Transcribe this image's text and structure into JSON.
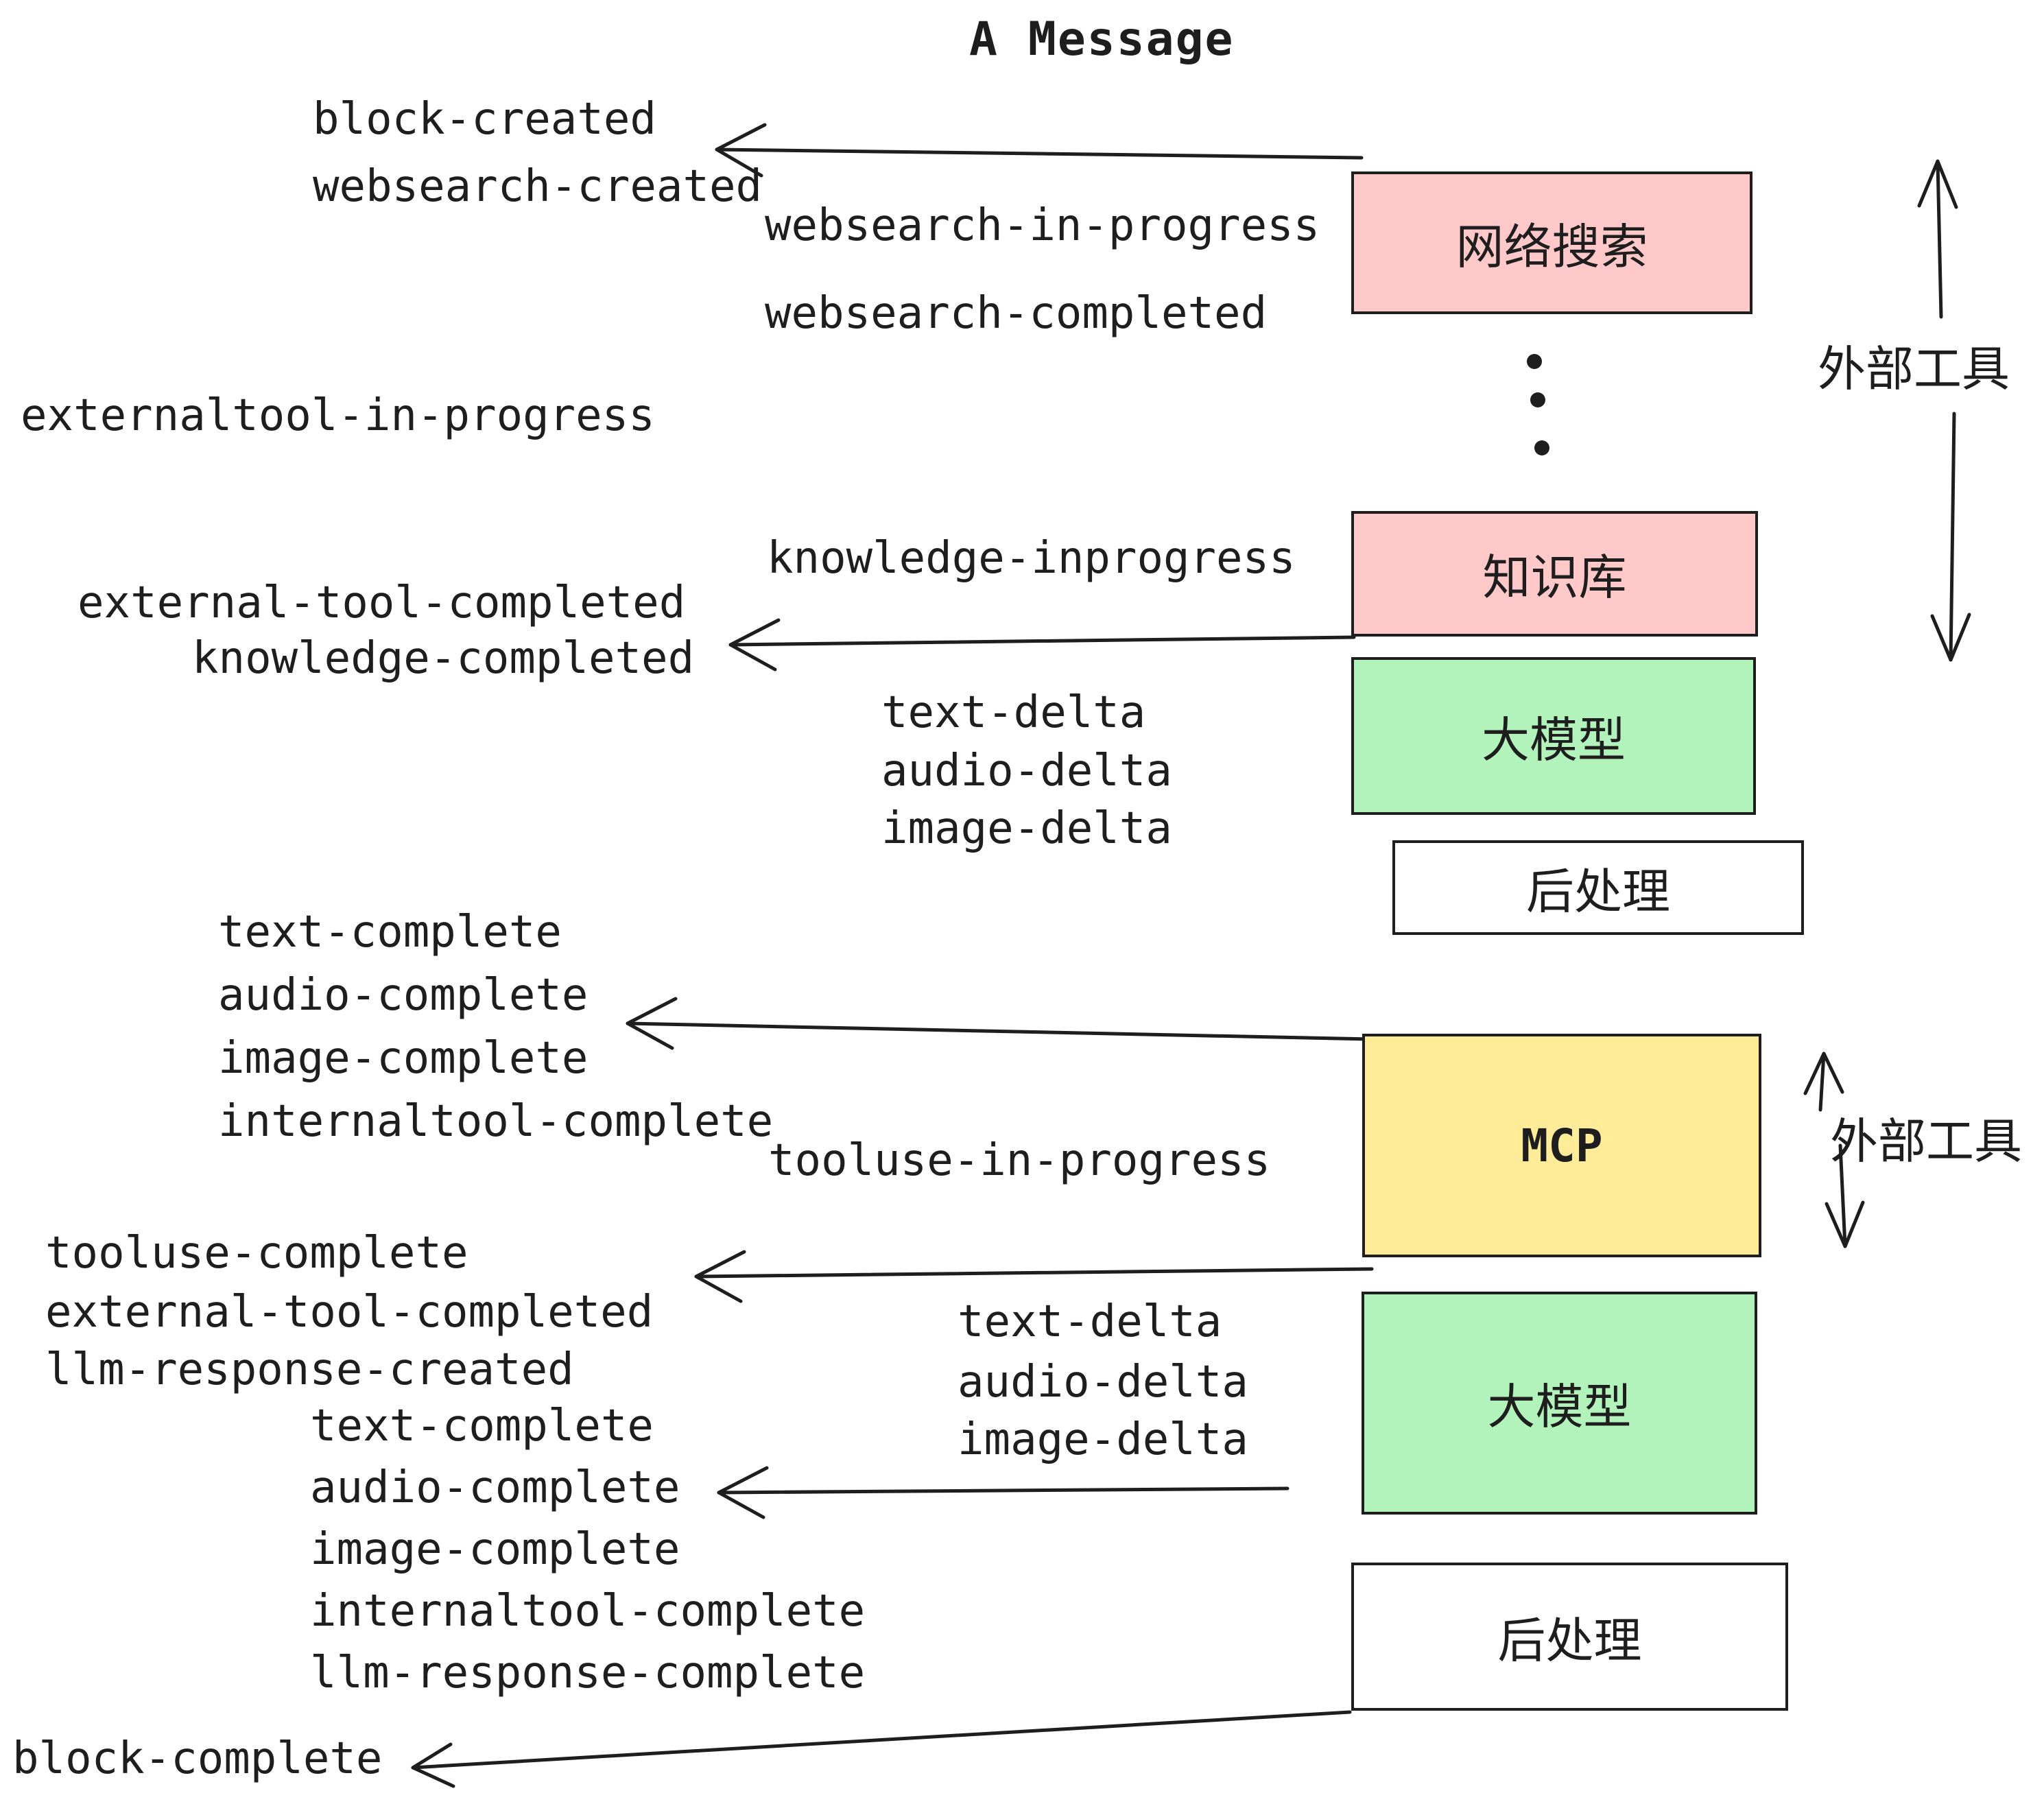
{
  "title": "A Message",
  "colors": {
    "ink": "#1e1e1e",
    "pink": "#ffc9c9",
    "green": "#b2f2bb",
    "yellow": "#ffec99",
    "white": "#ffffff"
  },
  "boxes": [
    {
      "id": "websearch",
      "label": "网络搜索",
      "color": "pink"
    },
    {
      "id": "knowledge",
      "label": "知识库",
      "color": "pink"
    },
    {
      "id": "llm-1",
      "label": "大模型",
      "color": "green"
    },
    {
      "id": "postprocess-1",
      "label": "后处理",
      "color": "white"
    },
    {
      "id": "mcp",
      "label": "MCP",
      "color": "yellow"
    },
    {
      "id": "llm-2",
      "label": "大模型",
      "color": "green"
    },
    {
      "id": "postprocess-2",
      "label": "后处理",
      "color": "white"
    }
  ],
  "side_labels": {
    "external_tools_1": "外部工具",
    "external_tools_2": "外部工具"
  },
  "events": {
    "block_created": "block-created",
    "websearch_created": "websearch-created",
    "websearch_in_progress": "websearch-in-progress",
    "websearch_completed": "websearch-completed",
    "externaltool_in_progress": "externaltool-in-progress",
    "knowledge_inprogress": "knowledge-inprogress",
    "external_tool_completed_1": "external-tool-completed",
    "knowledge_completed": "knowledge-completed",
    "text_delta_1": "text-delta",
    "audio_delta_1": "audio-delta",
    "image_delta_1": "image-delta",
    "text_complete_1": "text-complete",
    "audio_complete_1": "audio-complete",
    "image_complete_1": "image-complete",
    "internaltool_complete_1": "internaltool-complete",
    "tooluse_in_progress": "tooluse-in-progress",
    "tooluse_complete": "tooluse-complete",
    "external_tool_completed_2": "external-tool-completed",
    "llm_response_created": "llm-response-created",
    "text_complete_2": "text-complete",
    "audio_complete_2": "audio-complete",
    "image_complete_2": "image-complete",
    "internaltool_complete_2": "internaltool-complete",
    "llm_response_complete": "llm-response-complete",
    "block_complete": "block-complete",
    "text_delta_2": "text-delta",
    "audio_delta_2": "audio-delta",
    "image_delta_2": "image-delta"
  }
}
